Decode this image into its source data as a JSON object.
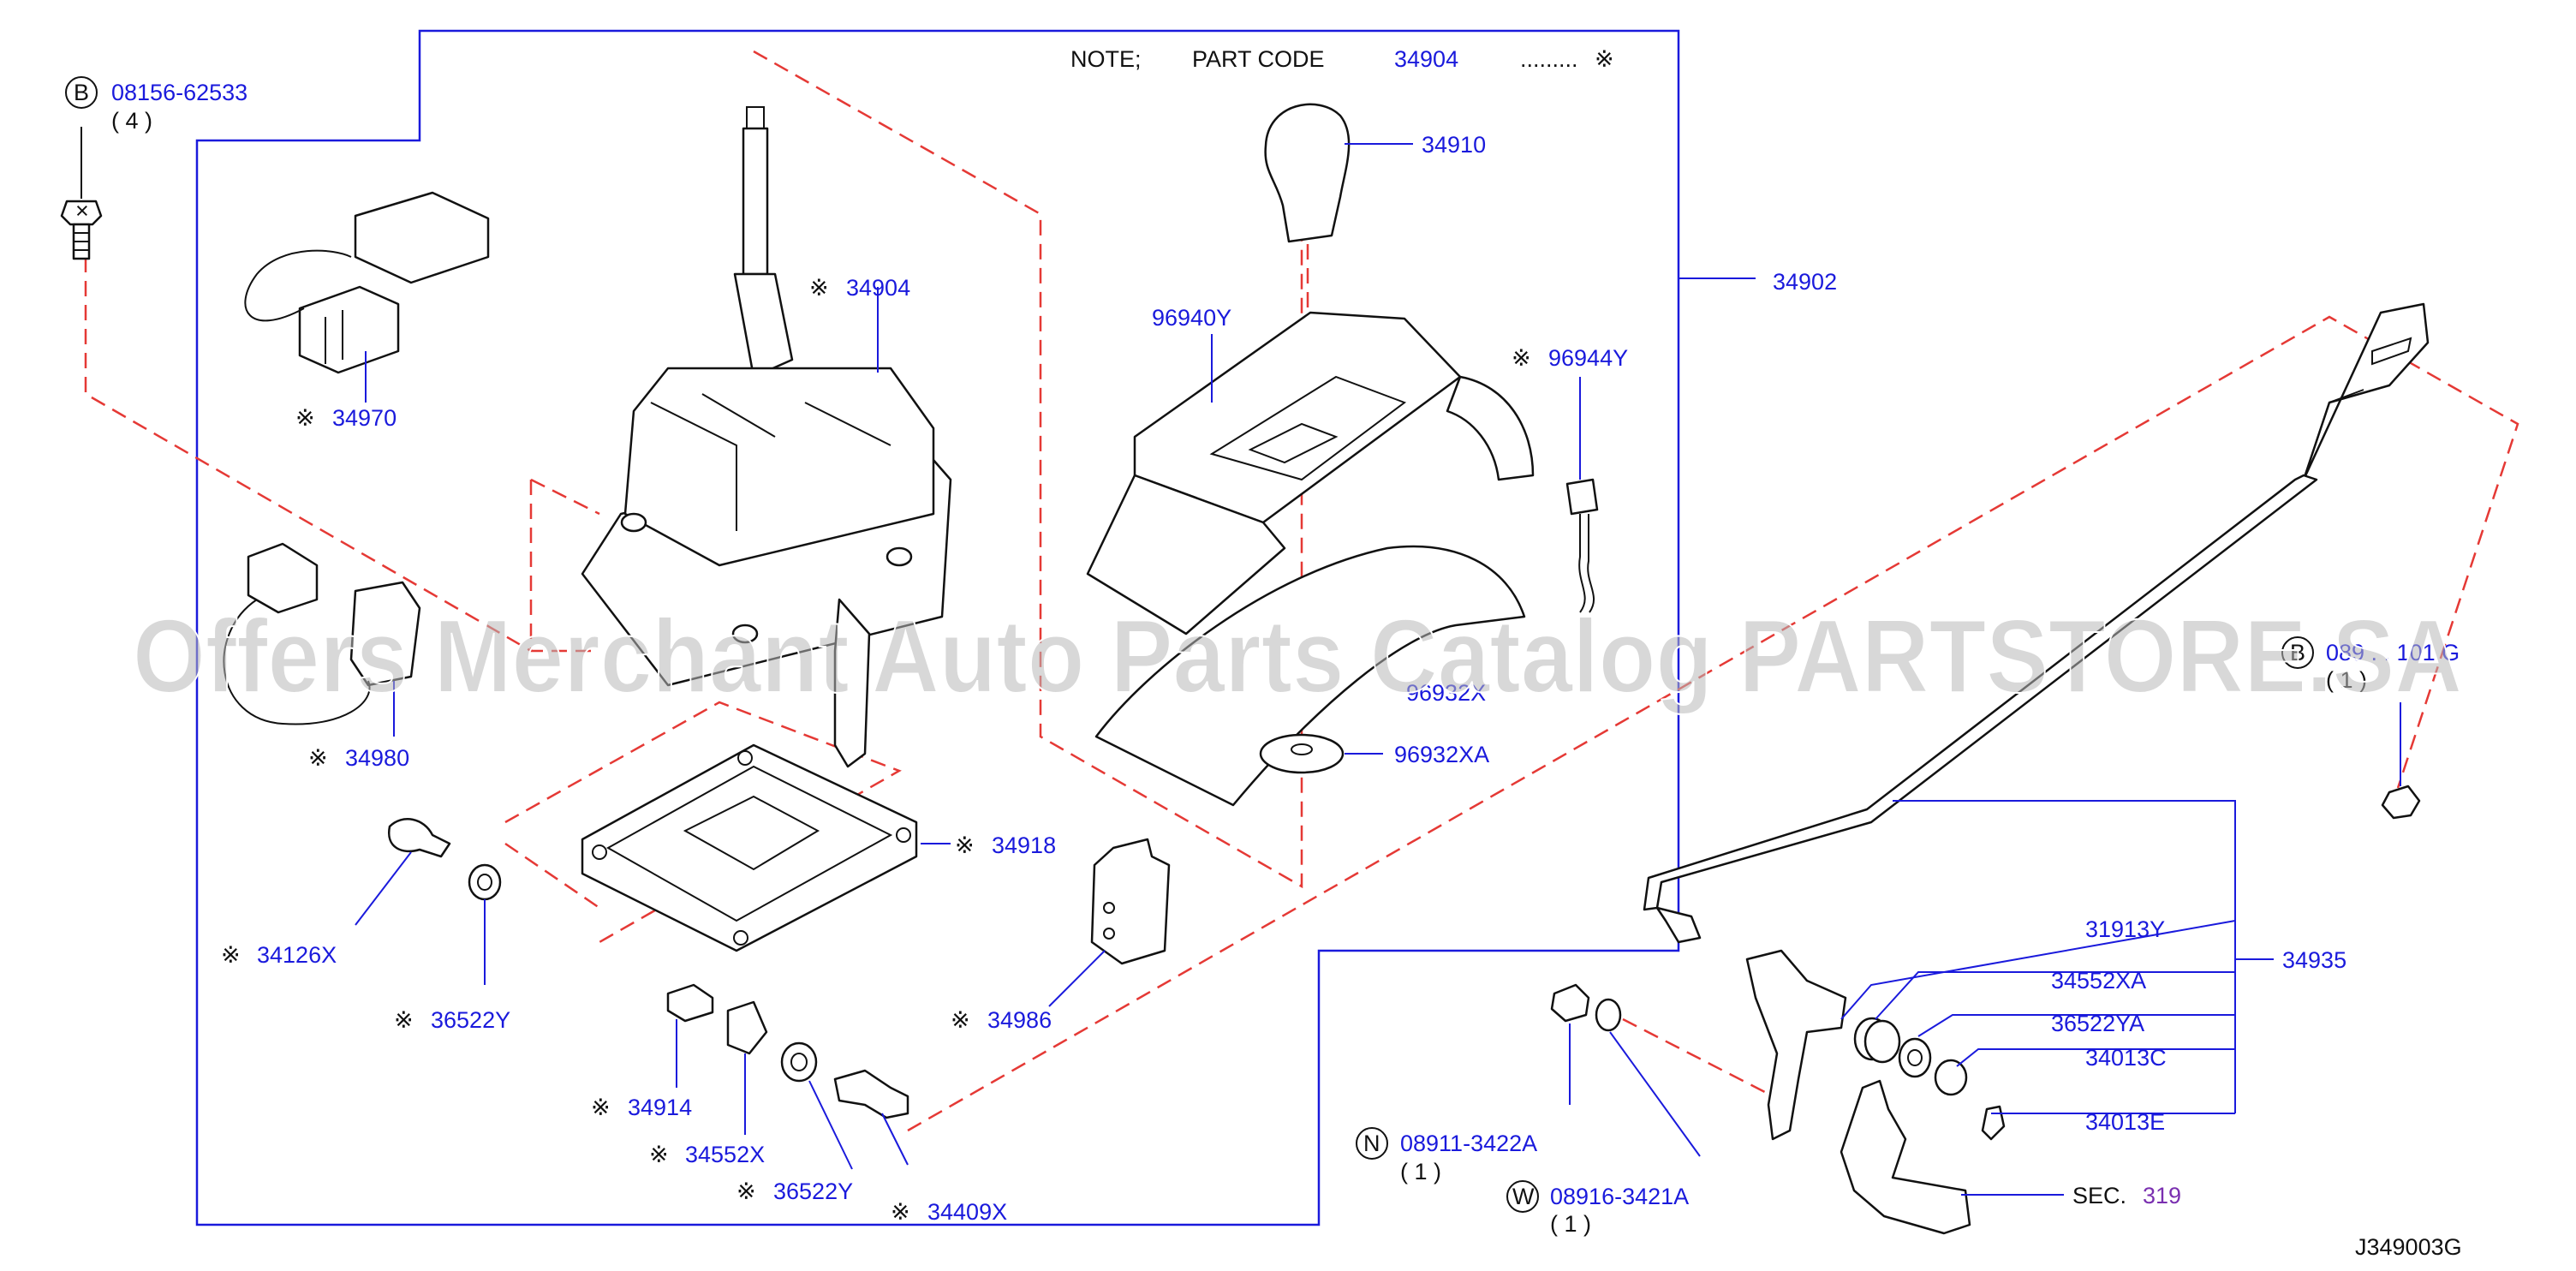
{
  "note": {
    "prefix": "NOTE;",
    "text": "PART   CODE",
    "code": "34904",
    "dots": ".........",
    "symbol": "※"
  },
  "callout_symbol": "※",
  "diagram_id": "J349003G",
  "watermark": "Offers Merchant Auto Parts Catalog PARTSTORE.SA",
  "callouts": [
    {
      "id": "b-08156",
      "code": "08156-62533",
      "qty": "( 4 )",
      "badge": "B",
      "marked": false
    },
    {
      "id": "34970",
      "code": "34970",
      "marked": true
    },
    {
      "id": "34904",
      "code": "34904",
      "marked": true
    },
    {
      "id": "34910",
      "code": "34910",
      "marked": false
    },
    {
      "id": "34902",
      "code": "34902",
      "marked": false
    },
    {
      "id": "96940y",
      "code": "96940Y",
      "marked": false
    },
    {
      "id": "96944y",
      "code": "96944Y",
      "marked": true
    },
    {
      "id": "34980",
      "code": "34980",
      "marked": true
    },
    {
      "id": "96932x",
      "code": "96932X",
      "marked": false
    },
    {
      "id": "96932xa",
      "code": "96932XA",
      "marked": false
    },
    {
      "id": "34918",
      "code": "34918",
      "marked": true
    },
    {
      "id": "34126x",
      "code": "34126X",
      "marked": true
    },
    {
      "id": "36522y-a",
      "code": "36522Y",
      "marked": true
    },
    {
      "id": "34986",
      "code": "34986",
      "marked": true
    },
    {
      "id": "34914",
      "code": "34914",
      "marked": true
    },
    {
      "id": "34552x",
      "code": "34552X",
      "marked": true
    },
    {
      "id": "36522y-b",
      "code": "36522Y",
      "marked": true
    },
    {
      "id": "34409x",
      "code": "34409X",
      "marked": true
    },
    {
      "id": "n-08911",
      "code": "08911-3422A",
      "qty": "( 1 )",
      "badge": "N",
      "marked": false
    },
    {
      "id": "w-08916",
      "code": "08916-3421A",
      "qty": "( 1 )",
      "badge": "W",
      "marked": false
    },
    {
      "id": "b-0891",
      "code": "089 . . 101 G",
      "qty": "( 1 )",
      "badge": "B",
      "marked": false
    },
    {
      "id": "31913y",
      "code": "31913Y",
      "marked": false
    },
    {
      "id": "34552xa",
      "code": "34552XA",
      "marked": false
    },
    {
      "id": "36522ya",
      "code": "36522YA",
      "marked": false
    },
    {
      "id": "34013c",
      "code": "34013C",
      "marked": false
    },
    {
      "id": "34013e",
      "code": "34013E",
      "marked": false
    },
    {
      "id": "34935",
      "code": "34935",
      "marked": false
    }
  ],
  "sec": {
    "prefix": "SEC.",
    "number": "319"
  },
  "colors": {
    "label": "#1a1adc",
    "leader": "#1a1adc",
    "dashed": "#e53935",
    "sec_number": "#7a2fb0",
    "watermark": "#b8b8b8"
  }
}
